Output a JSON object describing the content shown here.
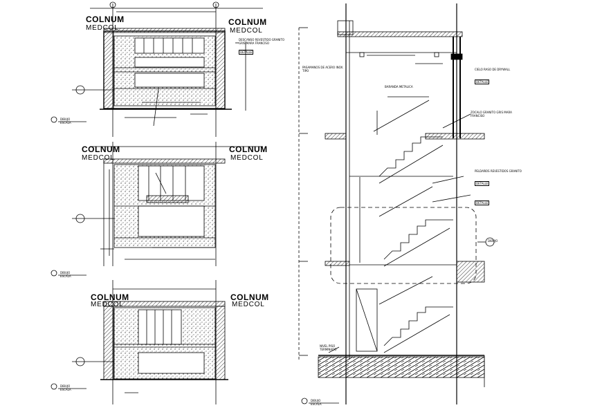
{
  "drawing": {
    "elevations": [
      {
        "left_label": "COLNUM",
        "left_sub": "MEDCOL",
        "right_label": "COLNUM",
        "right_sub": "MEDCOL"
      },
      {
        "left_label": "COLNUM",
        "left_sub": "MEDCOL",
        "right_label": "COLNUM",
        "right_sub": "MEDCOL"
      },
      {
        "left_label": "COLNUM",
        "left_sub": "MEDCOL",
        "right_label": "COLNUM",
        "right_sub": "MEDCOL"
      }
    ],
    "section_notes": [
      "DESCANSO REVESTIDO GRANITO GRIS MARA FRANCISO",
      "PASAMANOS DE ACERO INOX. TIPO",
      "PELDAÑOS REVESTIDOS GRANITO",
      "BARANDA METALICA",
      "ZOCALO GRANITO GRIS MARA FRANCISO",
      "NIVEL PISO TERMINADO",
      "CIELO RASO DE DRYWALL"
    ],
    "note_tags": [
      "DETALLE",
      "DETALLE",
      "DETALLE",
      "DETALLE"
    ],
    "scale_tags": [
      "DIBUJO ESCALA",
      "DIBUJO ESCALA",
      "DIBUJO ESCALA",
      "DIBUJO ESCALA"
    ],
    "marker": "DIBUJO"
  }
}
